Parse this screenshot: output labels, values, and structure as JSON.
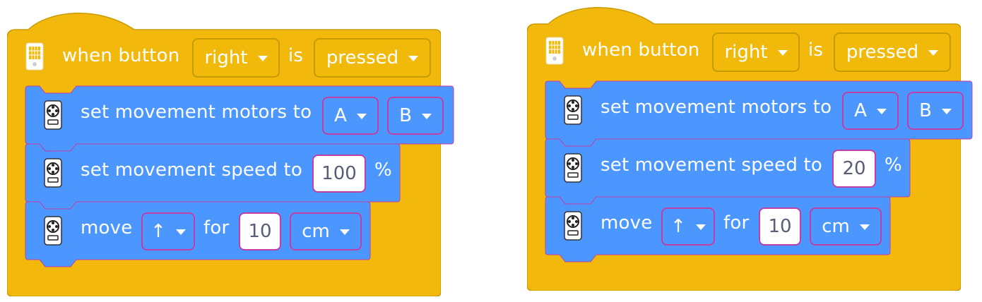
{
  "colors": {
    "event_block": "#f2b90c",
    "event_border": "#c79a00",
    "motion_block": "#4c97ff",
    "field_border": "#bf3fa6",
    "input_text": "#575e75"
  },
  "icons": {
    "hub": "hub-icon",
    "motor": "motor-pair-icon",
    "caret": "caret-down-icon"
  },
  "scripts": [
    {
      "event": {
        "when_label": "when button",
        "button": "right",
        "is_label": "is",
        "state": "pressed"
      },
      "motors": {
        "label": "set movement motors to",
        "port_a": "A",
        "port_b": "B"
      },
      "speed": {
        "label": "set movement speed to",
        "value": "100",
        "unit": "%"
      },
      "move": {
        "label": "move",
        "direction": "↑",
        "for_label": "for",
        "amount": "10",
        "unit": "cm"
      }
    },
    {
      "event": {
        "when_label": "when button",
        "button": "right",
        "is_label": "is",
        "state": "pressed"
      },
      "motors": {
        "label": "set movement motors to",
        "port_a": "A",
        "port_b": "B"
      },
      "speed": {
        "label": "set movement speed to",
        "value": "20",
        "unit": "%"
      },
      "move": {
        "label": "move",
        "direction": "↑",
        "for_label": "for",
        "amount": "10",
        "unit": "cm"
      }
    }
  ]
}
